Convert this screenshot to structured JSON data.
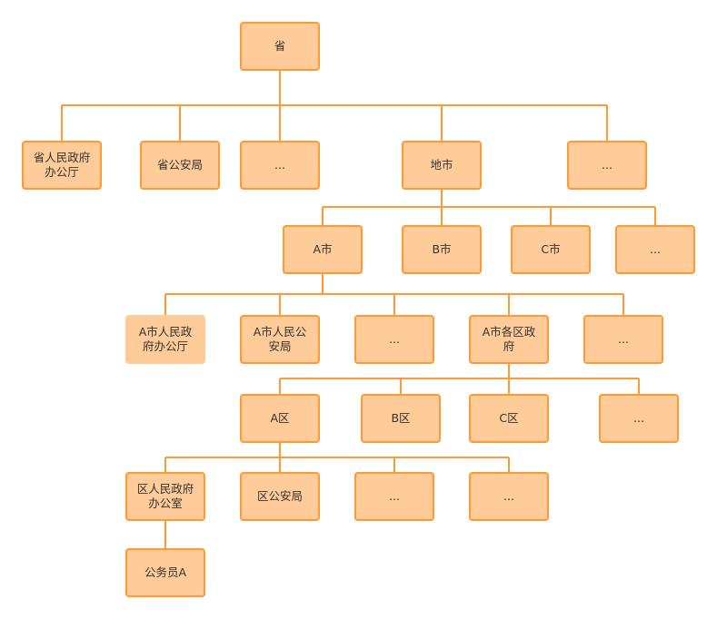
{
  "nodes": {
    "province": "省",
    "prov_office": "省人民政府办公厅",
    "prov_police": "省公安局",
    "prov_more": "...",
    "prefecture": "地市",
    "prov_more2": "...",
    "city_a": "A市",
    "city_b": "B市",
    "city_c": "C市",
    "city_more": "...",
    "a_office": "A市人民政府办公厅",
    "a_police": "A市人民公安局",
    "a_more": "...",
    "a_districts_gov": "A市各区政府",
    "a_more2": "...",
    "district_a": "A区",
    "district_b": "B区",
    "district_c": "C区",
    "district_more": "...",
    "d_office": "区人民政府办公室",
    "d_police": "区公安局",
    "d_more": "...",
    "d_more2": "...",
    "civil_servant": "公务员A"
  },
  "colors": {
    "fill": "#ffcc99",
    "border": "#ff9933",
    "line": "#ff9933"
  }
}
